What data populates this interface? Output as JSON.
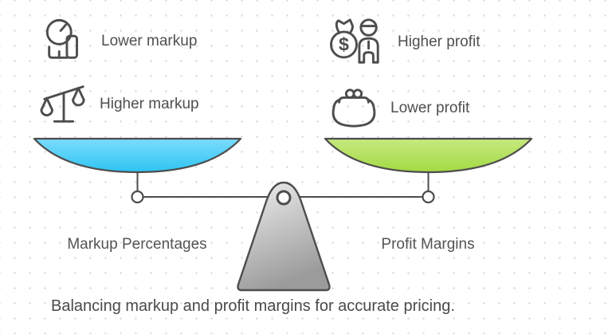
{
  "legend": {
    "items": [
      {
        "label": "Lower markup",
        "icon": "gauge-icon"
      },
      {
        "label": "Higher markup",
        "icon": "balance-scale-icon"
      },
      {
        "label": "Higher profit",
        "icon": "money-bag-person-icon"
      },
      {
        "label": "Lower profit",
        "icon": "coin-purse-icon"
      }
    ]
  },
  "scale": {
    "left_pan_label": "Markup Percentages",
    "right_pan_label": "Profit Margins",
    "money_symbol": "$"
  },
  "caption": "Balancing markup and profit margins for accurate pricing.",
  "colors": {
    "outline": "#4d4d4d",
    "pan_left_top": "#7bdcfc",
    "pan_left_bottom": "#2ec4f3",
    "pan_right_top": "#c7e97f",
    "pan_right_bottom": "#a3da43",
    "fulcrum_top": "#f0f0f0",
    "fulcrum_bottom": "#9b9b9b",
    "text": "#4f4f4f",
    "dot_grid": "#d9d9d9"
  }
}
